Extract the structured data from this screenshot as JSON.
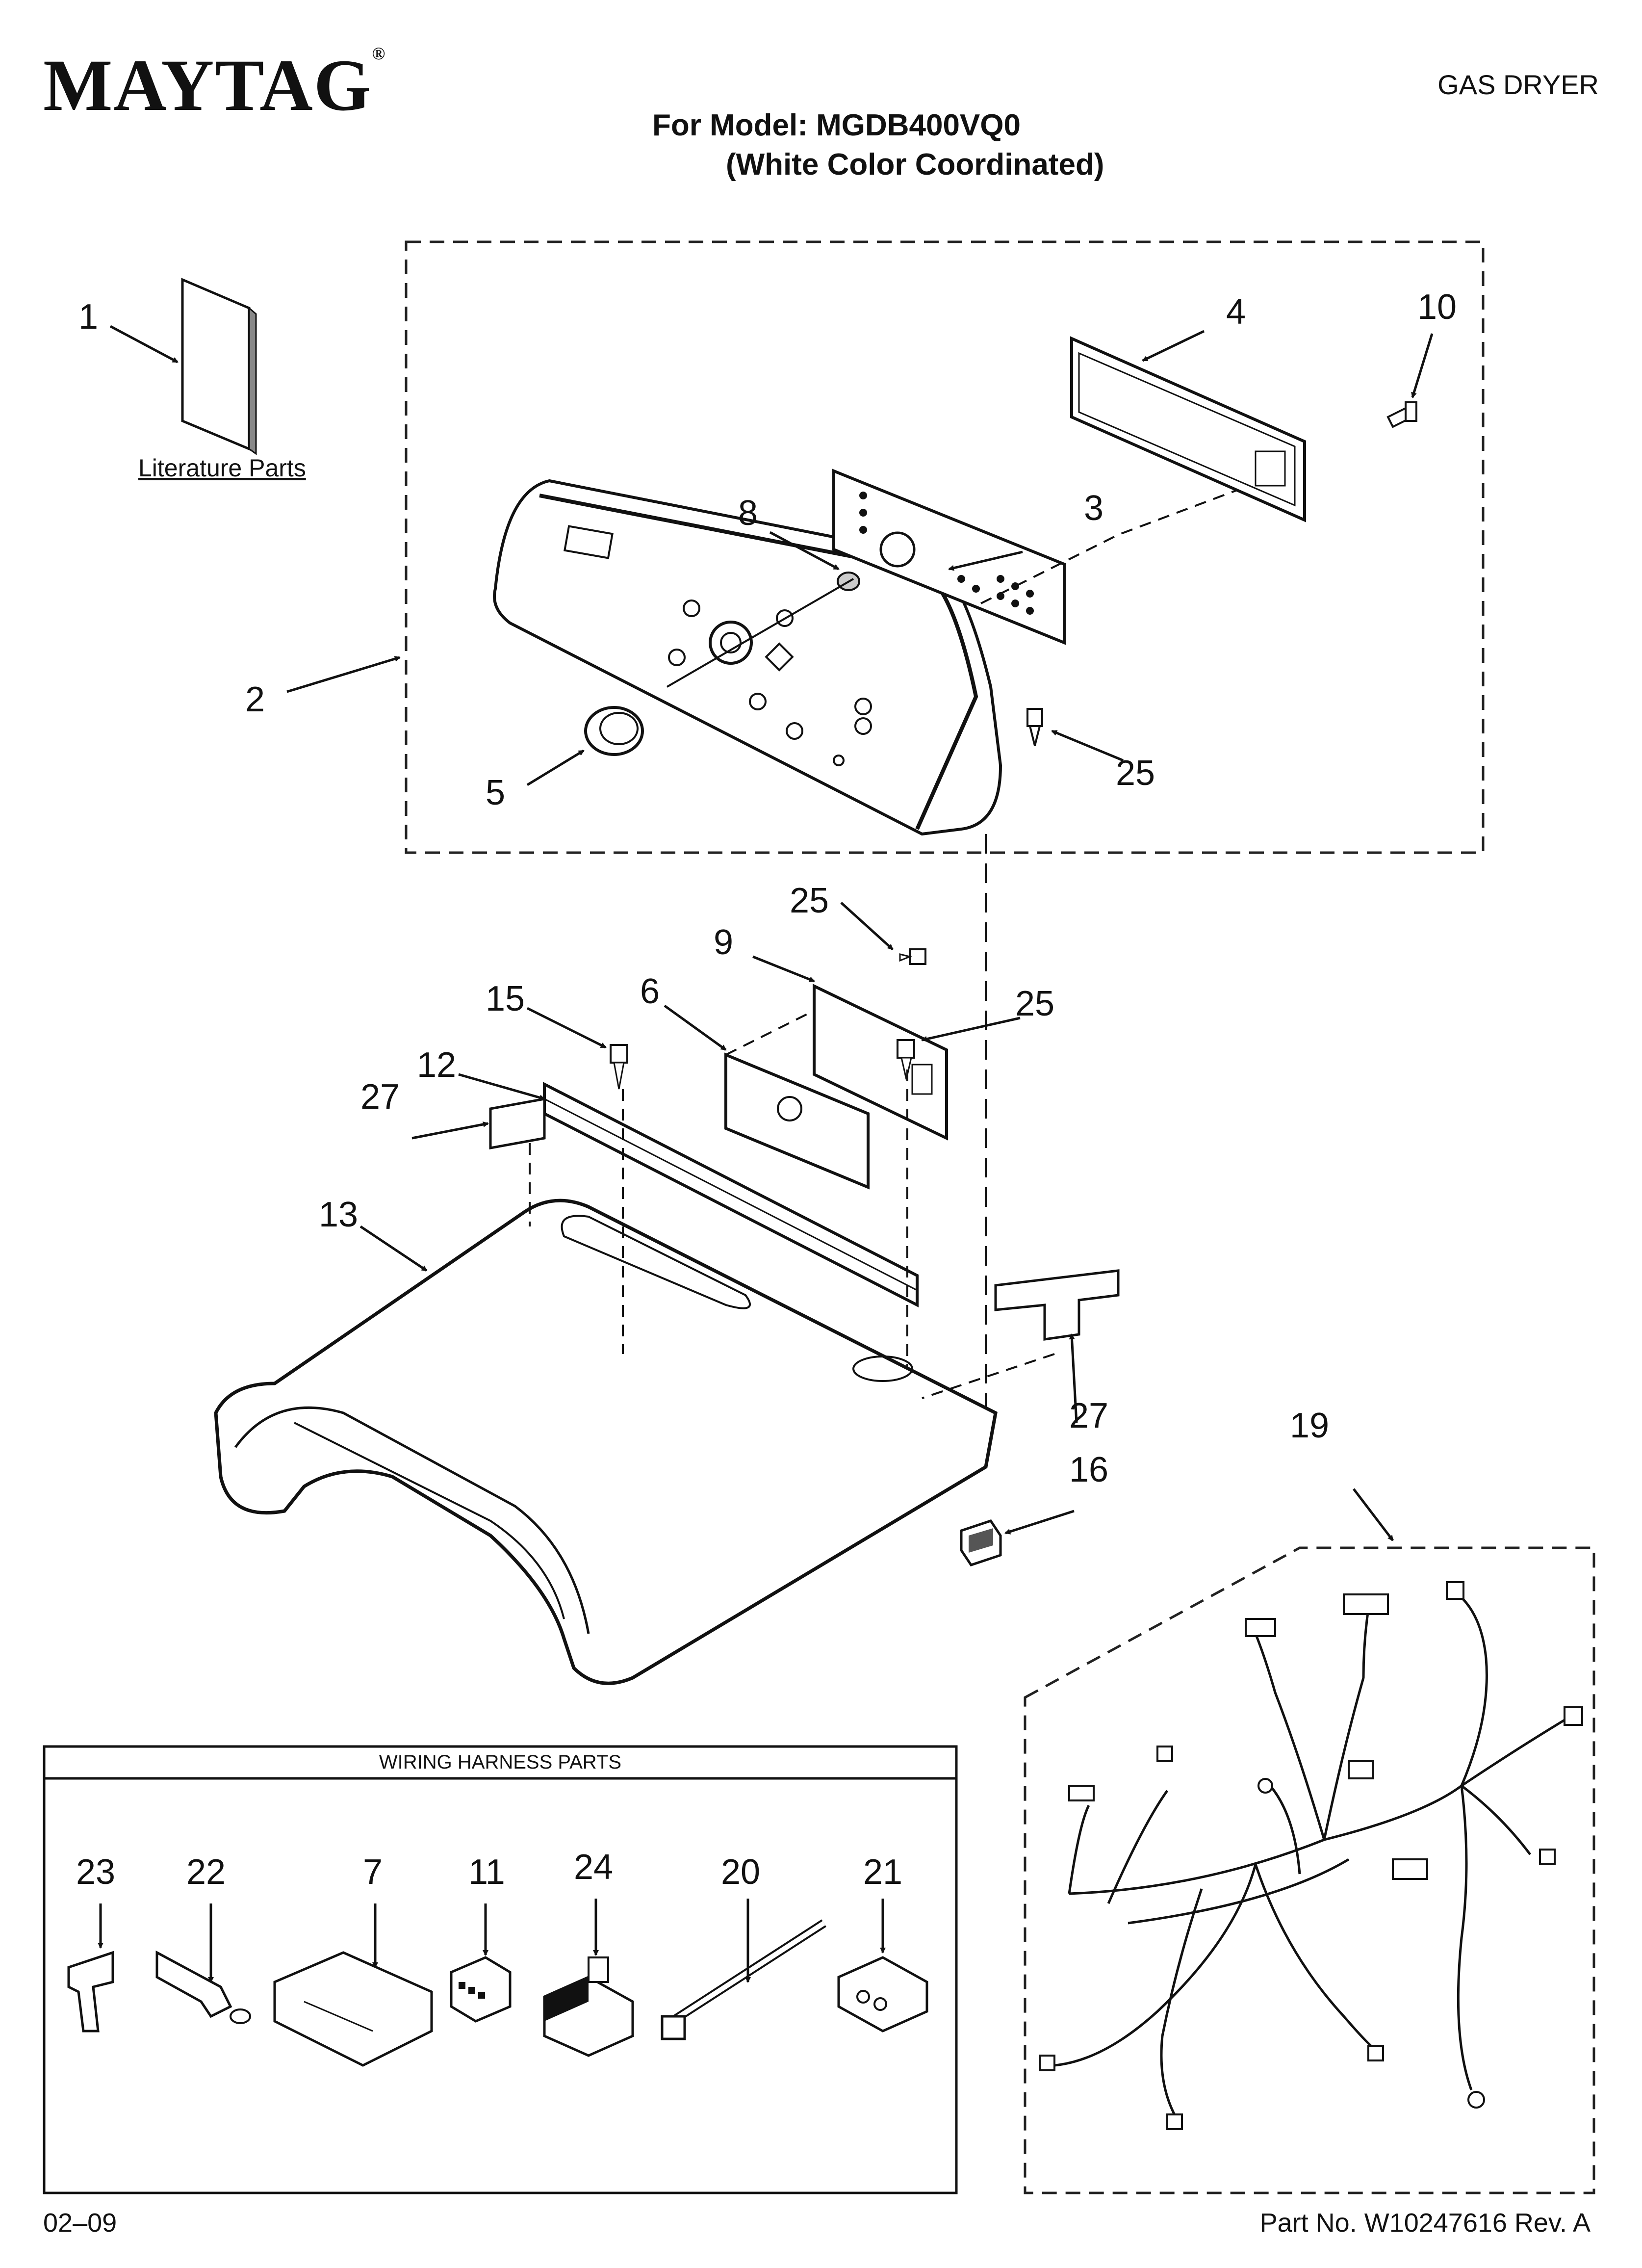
{
  "header": {
    "brand": "MAYTAG",
    "brand_mark": "®",
    "document_type": "GAS DRYER",
    "model_line": "For Model: MGDB400VQ0",
    "color_line": "(White Color Coordinated)"
  },
  "literature": {
    "label": "Literature Parts"
  },
  "harness_box": {
    "title": "WIRING HARNESS PARTS"
  },
  "callouts": {
    "c1": "1",
    "c2": "2",
    "c3": "3",
    "c4": "4",
    "c5": "5",
    "c6": "6",
    "c7": "7",
    "c8": "8",
    "c9": "9",
    "c10": "10",
    "c11": "11",
    "c12": "12",
    "c13": "13",
    "c15": "15",
    "c16": "16",
    "c19": "19",
    "c20": "20",
    "c21": "21",
    "c22": "22",
    "c23": "23",
    "c24": "24",
    "c25a": "25",
    "c25b": "25",
    "c25c": "25",
    "c27a": "27",
    "c27b": "27"
  },
  "footer": {
    "date_code": "02–09",
    "part_number": "Part No. W10247616 Rev. A"
  }
}
